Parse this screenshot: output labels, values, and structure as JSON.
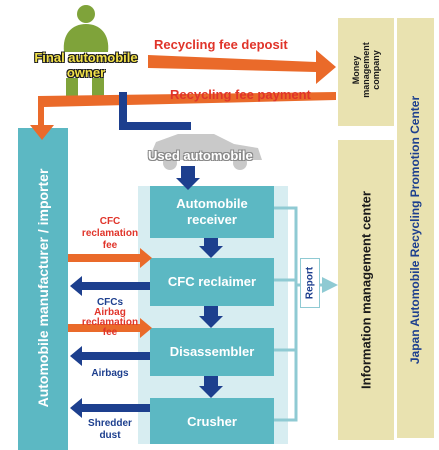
{
  "owner": {
    "line1": "Final automobile",
    "line2": "owner"
  },
  "flows": {
    "deposit": "Recycling fee deposit",
    "payment": "Recycling fee payment"
  },
  "money_company": {
    "line1": "Money",
    "line2": "management",
    "line3": "company"
  },
  "manufacturer": "Automobile manufacturer / importer",
  "used_auto": "Used automobile",
  "receiver": {
    "line1": "Automobile",
    "line2": "receiver"
  },
  "cfc_reclaimer": "CFC reclaimer",
  "disassembler": "Disassembler",
  "crusher": "Crusher",
  "cfc_fee": {
    "line1": "CFC",
    "line2": "reclamation",
    "line3": "fee"
  },
  "airbag_fee": {
    "line1": "Airbag",
    "line2": "reclamation",
    "line3": "fee"
  },
  "cfcs": "CFCs",
  "airbags": "Airbags",
  "shredder": {
    "line1": "Shredder",
    "line2": "dust"
  },
  "report": "Report",
  "info_center": "Information management center",
  "jarc": "Japan Automobile Recycling Promotion Center",
  "colors": {
    "teal": "#5cb8c3",
    "navy": "#1d3f8e",
    "orange": "#ea6a2a",
    "green": "#7fa33a",
    "khaki": "#e9e2b0"
  }
}
